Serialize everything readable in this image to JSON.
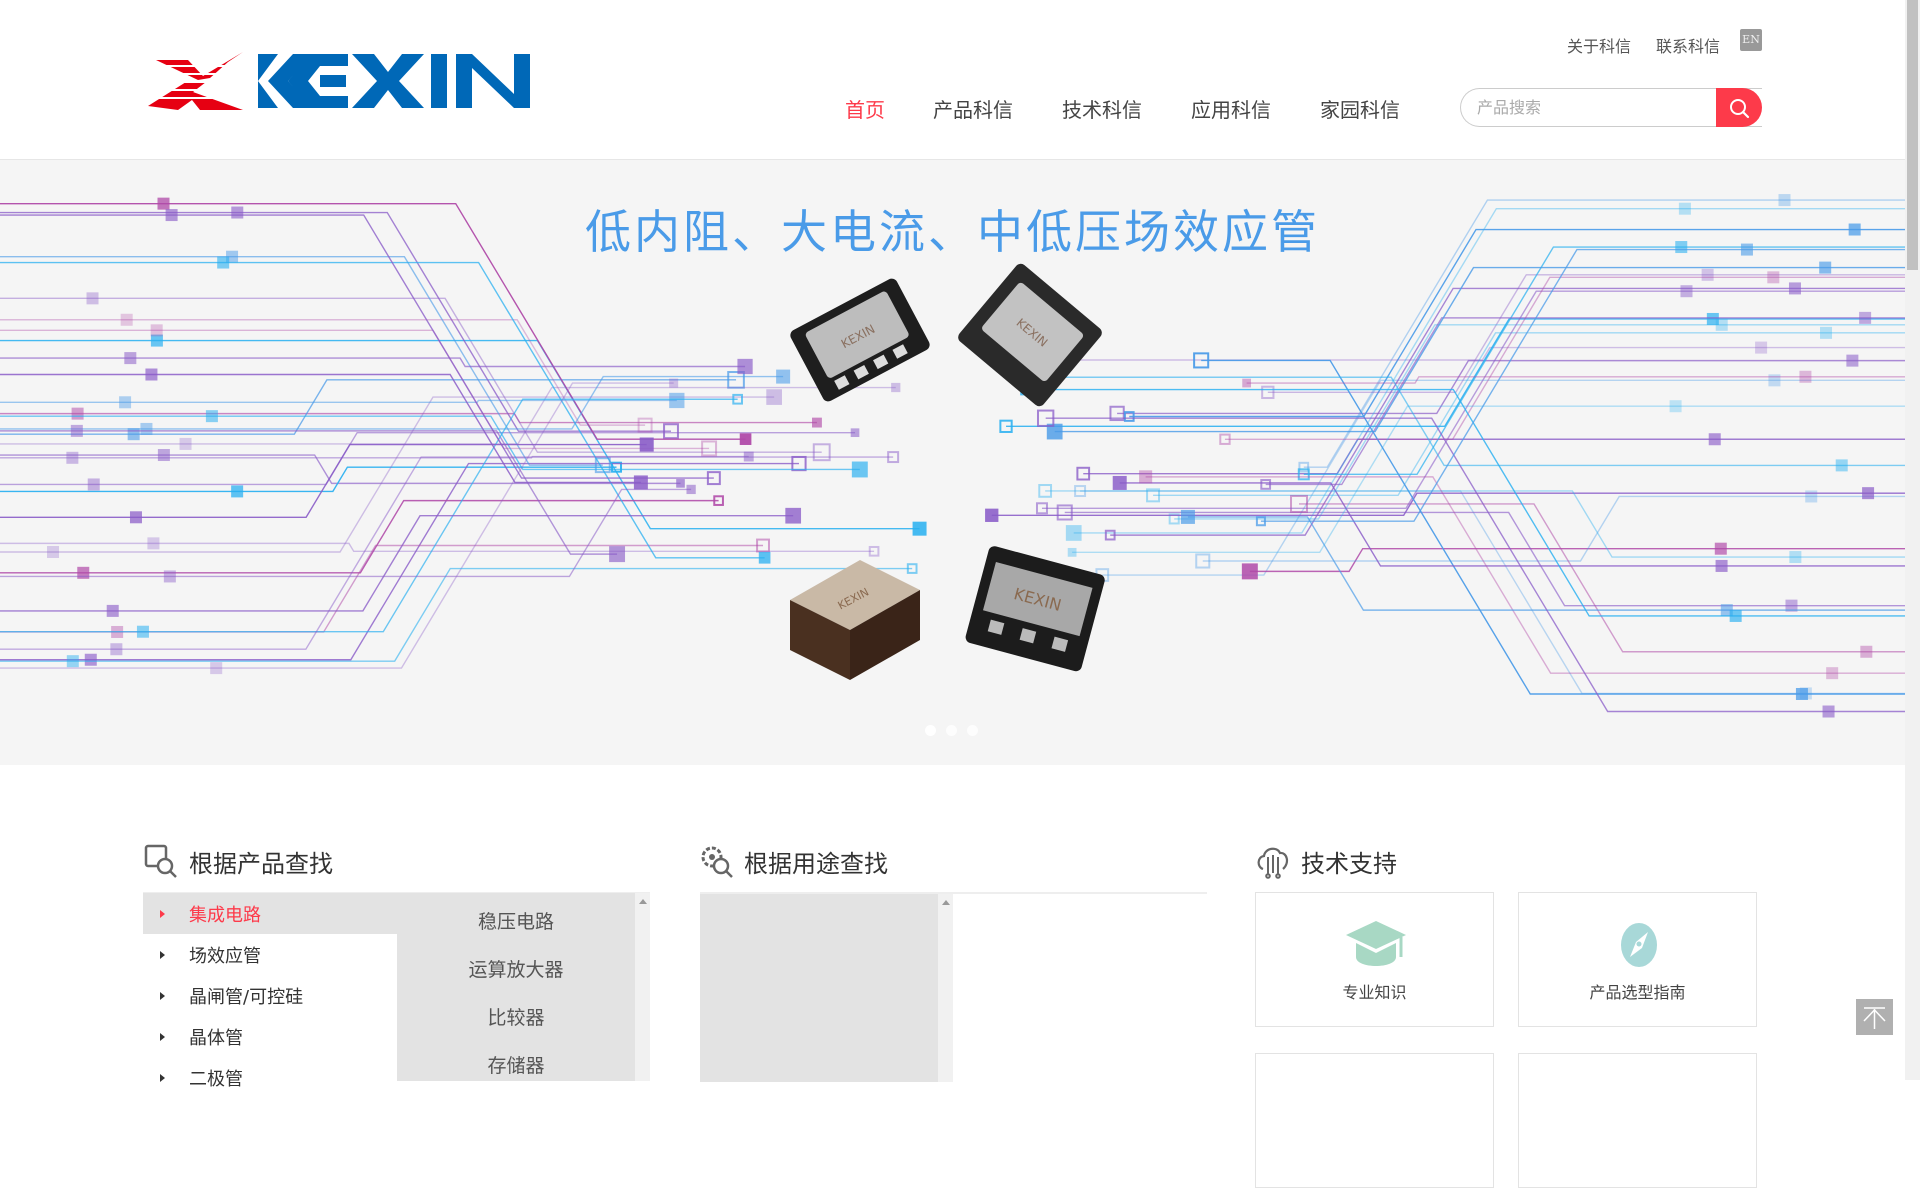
{
  "header": {
    "logo_text": "KEXIN",
    "top_links": [
      "关于科信",
      "联系科信"
    ],
    "lang_label": "EN",
    "nav": [
      {
        "label": "首页",
        "active": true
      },
      {
        "label": "产品科信"
      },
      {
        "label": "技术科信"
      },
      {
        "label": "应用科信"
      },
      {
        "label": "家园科信"
      }
    ],
    "search": {
      "placeholder": "产品搜索",
      "value": ""
    }
  },
  "banner": {
    "title": "低内阻、大电流、中低压场效应管",
    "chip_marking": "KEXIN",
    "slides": 3,
    "active_slide": 1,
    "title_color": "#4a9be8"
  },
  "sections": {
    "by_product": {
      "title": "根据产品查找",
      "categories": [
        "集成电路",
        "场效应管",
        "晶闸管/可控硅",
        "晶体管",
        "二极管"
      ],
      "active_category": 0,
      "subcategories": [
        "稳压电路",
        "运算放大器",
        "比较器",
        "存储器"
      ]
    },
    "by_use": {
      "title": "根据用途查找"
    },
    "support": {
      "title": "技术支持",
      "cards": [
        "专业知识",
        "产品选型指南",
        "",
        ""
      ]
    }
  },
  "colors": {
    "accent": "#fd3a4a",
    "logo_blue": "#0068b7",
    "logo_red": "#e60012"
  }
}
